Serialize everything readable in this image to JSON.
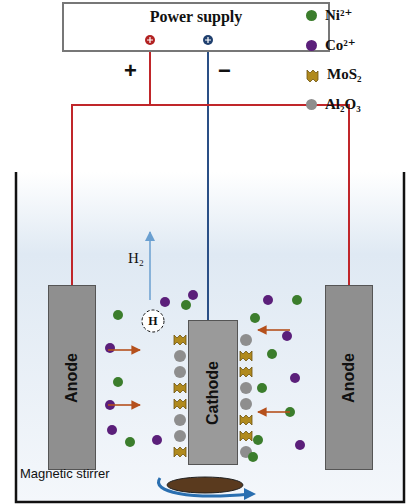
{
  "diagram": {
    "nodes": [
      {
        "text": [
          "Power supply"
        ]
      },
      {
        "text": [
          "Anode"
        ]
      },
      {
        "text": [
          "Cathode"
        ]
      },
      {
        "text": [
          "Anode"
        ]
      }
    ],
    "edges": [
      {
        "from": 0,
        "to": 1,
        "arrow": "none"
      },
      {
        "from": 0,
        "to": 2,
        "arrow": "none"
      },
      {
        "from": 0,
        "to": 3,
        "arrow": "none"
      }
    ],
    "labels": [
      "+",
      "−",
      "H₂",
      "H",
      "Magnetic stirrer"
    ],
    "legend": [
      {
        "text": "Ni²⁺",
        "color": "#3b7d2c"
      },
      {
        "text": "Co²⁺",
        "color": "#5b1f7a"
      },
      {
        "text": "MoS₂"
      },
      {
        "text": "Al₂O₃",
        "color": "#8e8e8e"
      }
    ]
  }
}
